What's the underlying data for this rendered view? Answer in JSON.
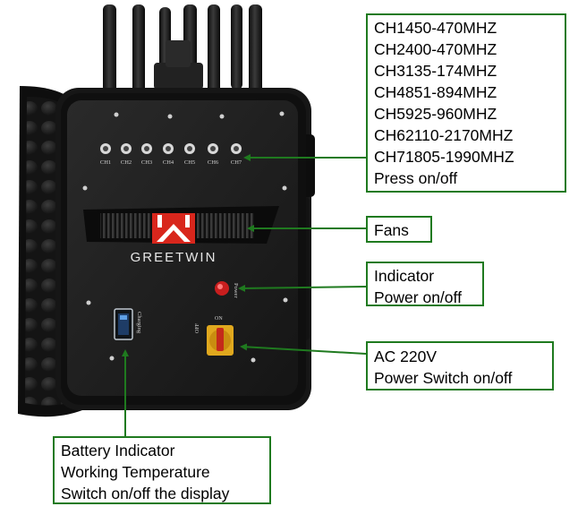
{
  "device": {
    "brand": "GREETWIN",
    "connector_labels": [
      "CH1",
      "CH2",
      "CH3",
      "CH4",
      "CH5",
      "CH6",
      "CH7"
    ],
    "power_label": "Power",
    "charging_label": "Charging",
    "switch_on_label": "ON",
    "switch_off_label": "OFF"
  },
  "callouts": {
    "channels": {
      "items": [
        {
          "name": "CH1",
          "range": "450-470MHZ"
        },
        {
          "name": "CH2",
          "range": "400-470MHZ"
        },
        {
          "name": "CH3",
          "range": "135-174MHZ"
        },
        {
          "name": "CH4",
          "range": "851-894MHZ"
        },
        {
          "name": "CH5",
          "range": "925-960MHZ"
        },
        {
          "name": "CH6",
          "range": "2110-2170MHZ"
        },
        {
          "name": "CH7",
          "range": "1805-1990MHZ"
        }
      ],
      "footer": "Press on/off"
    },
    "fans": {
      "label": "Fans"
    },
    "indicator": {
      "line1": "Indicator",
      "line2": "Power on/off"
    },
    "ac": {
      "line1": "AC 220V",
      "line2": "Power Switch on/off"
    },
    "battery": {
      "line1": "Battery Indicator",
      "line2": "Working Temperature",
      "line3": "Switch on/off the display"
    }
  },
  "colors": {
    "callout_border": "#1f7a1f",
    "arrow": "#1f7a1f",
    "case": "#1a1a1a",
    "logo_red": "#d8261c"
  }
}
